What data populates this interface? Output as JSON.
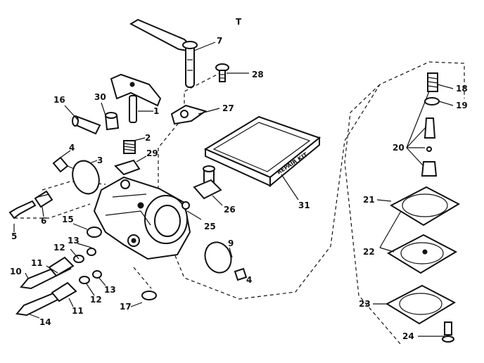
{
  "diagram": {
    "part_numbers": [
      "1",
      "2",
      "3",
      "4",
      "5",
      "6",
      "7",
      "9",
      "10",
      "11",
      "12",
      "13",
      "14",
      "15",
      "16",
      "17",
      "18",
      "19",
      "20",
      "21",
      "22",
      "23",
      "24",
      "25",
      "26",
      "27",
      "28",
      "29",
      "30",
      "31"
    ],
    "repair_kit_text": "REPAIR KIT",
    "header_mark": "T"
  }
}
